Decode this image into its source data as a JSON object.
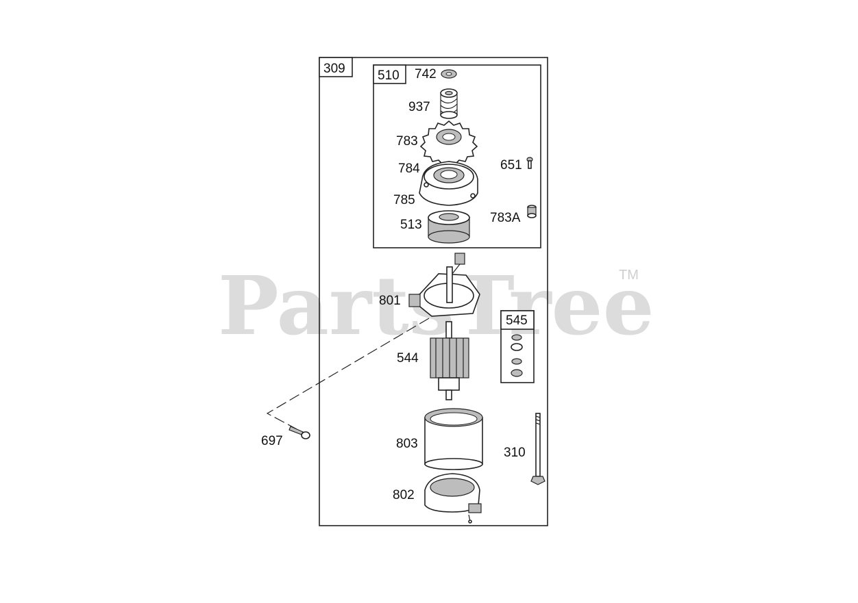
{
  "watermark": {
    "text": "PartsTree",
    "trademark": "TM"
  },
  "boxes": {
    "main": "309",
    "gear_kit": "510",
    "brush_kit": "545"
  },
  "parts": {
    "p742": "742",
    "p937": "937",
    "p783": "783",
    "p651": "651",
    "p784": "784",
    "p785": "785",
    "p783A": "783A",
    "p513": "513",
    "p801": "801",
    "p544": "544",
    "p697": "697",
    "p803": "803",
    "p310": "310",
    "p802": "802"
  }
}
